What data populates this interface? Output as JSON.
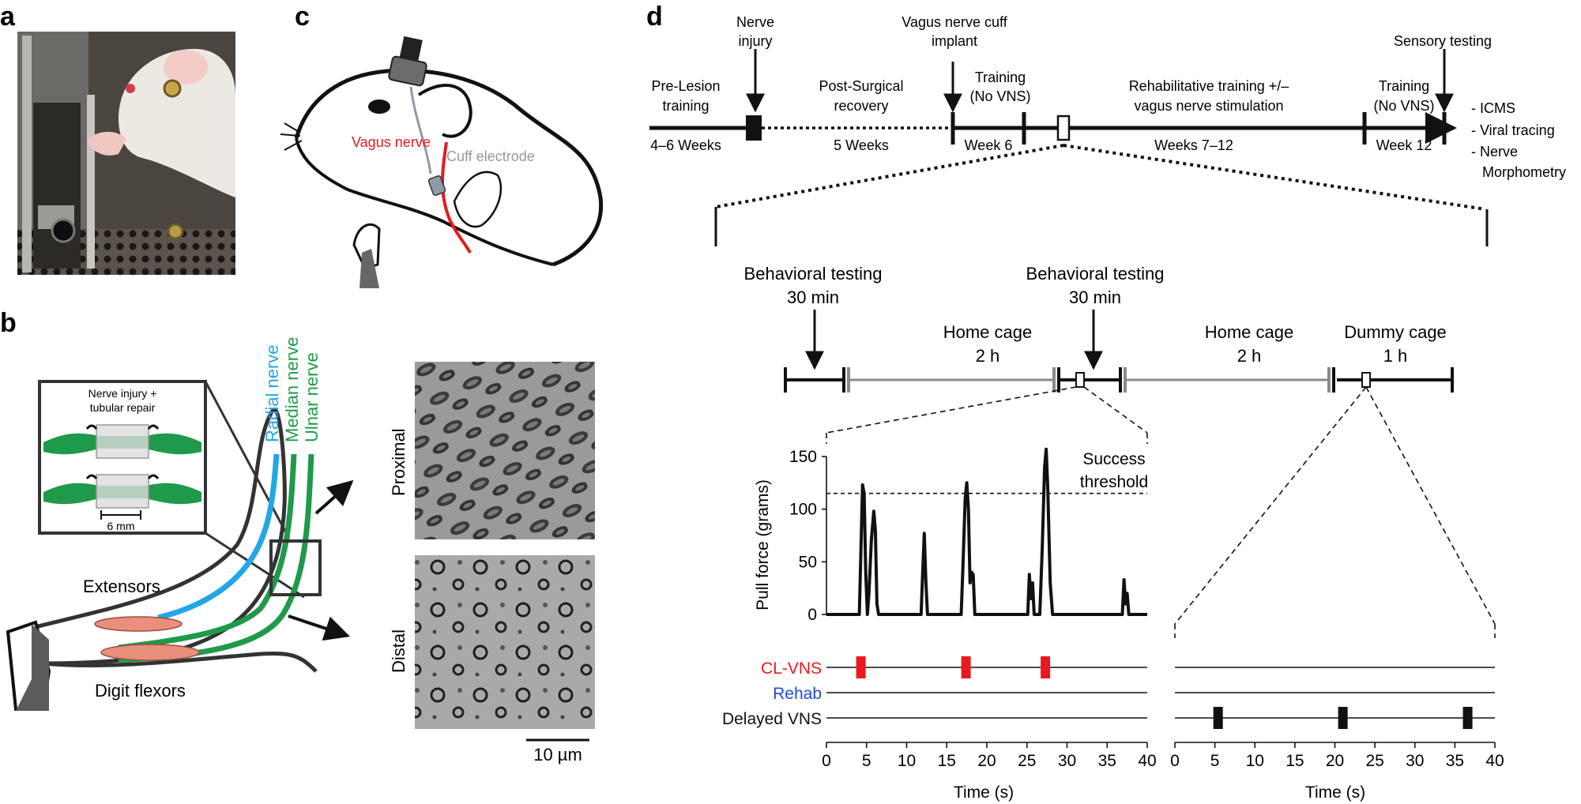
{
  "panels": {
    "a": "a",
    "b": "b",
    "c": "c",
    "d": "d"
  },
  "colors": {
    "red": "#e8191f",
    "blue": "#1b4bd6",
    "nerve_blue": "#22a6e6",
    "nerve_green": "#1f9a4a",
    "cuff": "#8f9aa8",
    "gray": "#8a8a8a"
  },
  "panel_b": {
    "inset_title_1": "Nerve injury +",
    "inset_title_2": "tubular repair",
    "inset_scale": "6 mm",
    "radial": "Radial nerve",
    "median": "Median nerve",
    "ulnar": "Ulnar nerve",
    "extensors": "Extensors",
    "digit_flexors": "Digit flexors",
    "proximal": "Proximal",
    "distal": "Distal",
    "scale_bar": "10 µm"
  },
  "panel_c": {
    "vagus": "Vagus nerve",
    "cuff": "Cuff electrode"
  },
  "timeline": {
    "nerve_injury_1": "Nerve",
    "nerve_injury_2": "injury",
    "cuff_1": "Vagus nerve cuff",
    "cuff_2": "implant",
    "sensory": "Sensory testing",
    "prelesion_1": "Pre-Lesion",
    "prelesion_2": "training",
    "postsurg_1": "Post-Surgical",
    "postsurg_2": "recovery",
    "training_novns_1": "Training",
    "training_novns_2": "(No VNS)",
    "rehab_1": "Rehabilitative training +/–",
    "rehab_2": "vagus nerve stimulation",
    "training2_1": "Training",
    "training2_2": "(No VNS)",
    "dur_prelesion": "4–6 Weeks",
    "dur_recovery": "5 Weeks",
    "dur_week6": "Week 6",
    "dur_weeks712": "Weeks 7–12",
    "dur_week12": "Week 12",
    "out_icms": "- ICMS",
    "out_viral": "- Viral tracing",
    "out_nerve": "- Nerve",
    "out_morph": "Morphometry"
  },
  "session": {
    "beh1_1": "Behavioral testing",
    "beh1_2": "30 min",
    "home1_1": "Home cage",
    "home1_2": "2 h",
    "beh2_1": "Behavioral testing",
    "beh2_2": "30 min",
    "home2_1": "Home cage",
    "home2_2": "2 h",
    "dummy_1": "Dummy cage",
    "dummy_2": "1 h"
  },
  "chart_data": {
    "type": "line",
    "ylabel": "Pull force (grams)",
    "xlabel": "Time (s)",
    "xlim": [
      0,
      40
    ],
    "ylim": [
      0,
      150
    ],
    "yticks": [
      0,
      50,
      100,
      150
    ],
    "xticks": [
      0,
      5,
      10,
      15,
      20,
      25,
      30,
      35,
      40
    ],
    "threshold": {
      "value": 115,
      "label_1": "Success",
      "label_2": "threshold"
    },
    "series": [
      {
        "values": [
          [
            0,
            0
          ],
          [
            4.1,
            0
          ],
          [
            4.3,
            60
          ],
          [
            4.5,
            123
          ],
          [
            4.7,
            115
          ],
          [
            4.9,
            40
          ],
          [
            5.1,
            0
          ],
          [
            5.3,
            20
          ],
          [
            5.6,
            70
          ],
          [
            5.9,
            98
          ],
          [
            6.1,
            80
          ],
          [
            6.3,
            10
          ],
          [
            6.5,
            0
          ],
          [
            11.8,
            0
          ],
          [
            12.0,
            40
          ],
          [
            12.2,
            77
          ],
          [
            12.4,
            30
          ],
          [
            12.6,
            0
          ],
          [
            16.8,
            0
          ],
          [
            17.0,
            40
          ],
          [
            17.3,
            110
          ],
          [
            17.5,
            125
          ],
          [
            17.7,
            100
          ],
          [
            17.9,
            30
          ],
          [
            18.1,
            40
          ],
          [
            18.3,
            38
          ],
          [
            18.5,
            0
          ],
          [
            25.1,
            0
          ],
          [
            25.3,
            38
          ],
          [
            25.5,
            15
          ],
          [
            25.7,
            30
          ],
          [
            25.9,
            0
          ],
          [
            26.6,
            0
          ],
          [
            26.9,
            60
          ],
          [
            27.2,
            140
          ],
          [
            27.4,
            157
          ],
          [
            27.6,
            120
          ],
          [
            27.9,
            30
          ],
          [
            28.2,
            0
          ],
          [
            36.9,
            0
          ],
          [
            37.1,
            33
          ],
          [
            37.3,
            10
          ],
          [
            37.5,
            20
          ],
          [
            37.7,
            0
          ],
          [
            40,
            0
          ]
        ]
      }
    ],
    "rows": [
      {
        "label": "CL-VNS",
        "color": "#e8191f",
        "stim_times": [
          4.3,
          17.4,
          27.3
        ]
      },
      {
        "label": "Rehab",
        "color": "#1b4bd6",
        "stim_times": []
      },
      {
        "label": "Delayed VNS",
        "color": "#111111",
        "stim_times": []
      }
    ],
    "dummy_chart": {
      "xlabel": "Time (s)",
      "xlim": [
        0,
        40
      ],
      "xticks": [
        0,
        5,
        10,
        15,
        20,
        25,
        30,
        35,
        40
      ],
      "rows": [
        {
          "label": "CL-VNS",
          "stim_times": []
        },
        {
          "label": "Rehab",
          "stim_times": []
        },
        {
          "label": "Delayed VNS",
          "stim_times": [
            5.4,
            21.0,
            36.6
          ]
        }
      ]
    }
  }
}
